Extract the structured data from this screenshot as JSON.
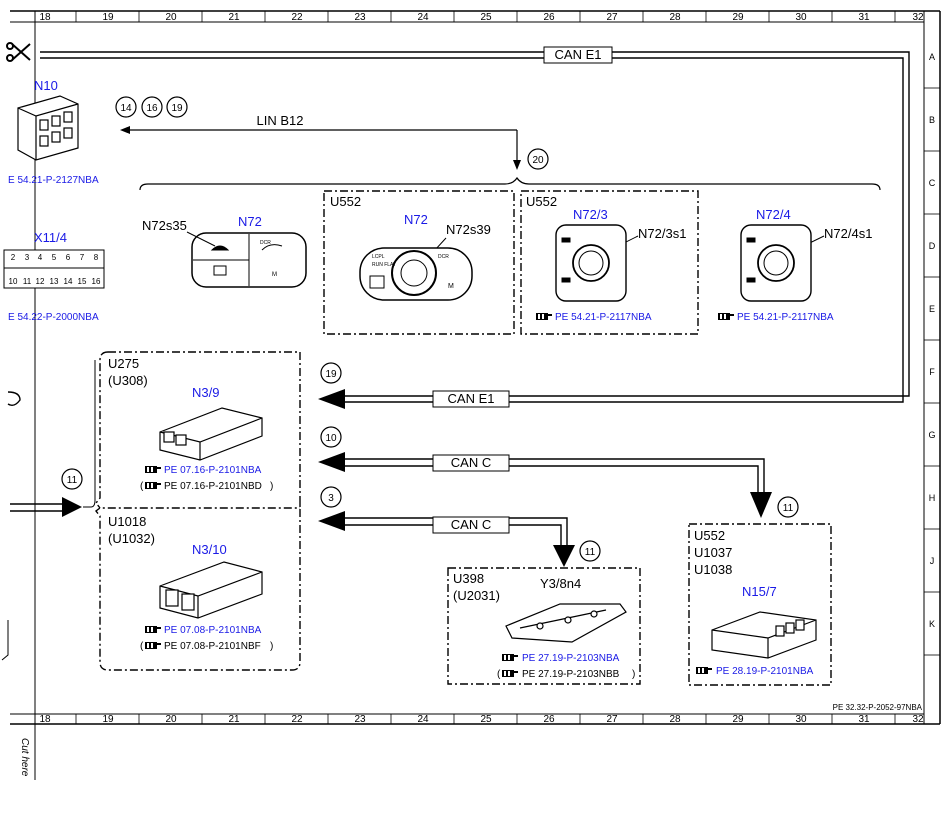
{
  "grid": {
    "columns": [
      "18",
      "19",
      "20",
      "21",
      "22",
      "23",
      "24",
      "25",
      "26",
      "27",
      "28",
      "29",
      "30",
      "31",
      "32"
    ],
    "rows": [
      "A",
      "B",
      "C",
      "D",
      "E",
      "F",
      "G",
      "H",
      "J",
      "K"
    ]
  },
  "colors": {
    "link_blue": "#1a1ae6",
    "line": "#000000"
  },
  "footer": {
    "doc_code": "PE 32.32-P-2052-97NBA",
    "cut_label": "Cut here"
  },
  "wires": {
    "can_e1_top": "CAN E1",
    "lin_b12": "LIN B12",
    "can_e1_mid": "CAN E1",
    "can_c_1": "CAN C",
    "can_c_2": "CAN C"
  },
  "refs": {
    "r14": "14",
    "r16": "16",
    "r19a": "19",
    "r20": "20",
    "r19b": "19",
    "r10": "10",
    "r3": "3",
    "r11a": "11",
    "r11b": "11",
    "r11c": "11"
  },
  "components": {
    "n10": {
      "name": "N10",
      "ref": "E 54.21-P-2127NBA"
    },
    "x11_4": {
      "name": "X11/4",
      "ref": "E 54.22-P-2000NBA",
      "pins_top": [
        "2",
        "3",
        "4",
        "5",
        "6",
        "7",
        "8"
      ],
      "pins_bottom": [
        "10",
        "11",
        "12",
        "13",
        "14",
        "15",
        "16"
      ]
    },
    "n72_a": {
      "name": "N72",
      "switch": "N72s35",
      "dcr": "DCR",
      "m": "M"
    },
    "n72_b": {
      "name": "N72",
      "variant": "U552",
      "switch": "N72s39",
      "lcpl": "LCPL",
      "runflat": "RUN FLAT",
      "dcr": "DCR",
      "m": "M"
    },
    "n72_3": {
      "name": "N72/3",
      "variant": "U552",
      "switch": "N72/3s1",
      "ref": "PE 54.21-P-2117NBA"
    },
    "n72_4": {
      "name": "N72/4",
      "switch": "N72/4s1",
      "ref": "PE 54.21-P-2117NBA"
    },
    "n3_9": {
      "name": "N3/9",
      "variant1": "U275",
      "variant2": "(U308)",
      "ref": "PE 07.16-P-2101NBA",
      "ref2": "PE 07.16-P-2101NBD",
      "open": "(",
      "close": ")"
    },
    "n3_10": {
      "name": "N3/10",
      "variant1": "U1018",
      "variant2": "(U1032)",
      "ref": "PE 07.08-P-2101NBA",
      "ref2": "PE 07.08-P-2101NBF",
      "open": "(",
      "close": ")"
    },
    "y3_8n4": {
      "name": "Y3/8n4",
      "variant1": "U398",
      "variant2": "(U2031)",
      "ref": "PE 27.19-P-2103NBA",
      "ref2": "PE 27.19-P-2103NBB",
      "open": "(",
      "close": ")"
    },
    "n15_7": {
      "name": "N15/7",
      "variant1": "U552",
      "variant2": "U1037",
      "variant3": "U1038",
      "ref": "PE 28.19-P-2101NBA"
    }
  }
}
